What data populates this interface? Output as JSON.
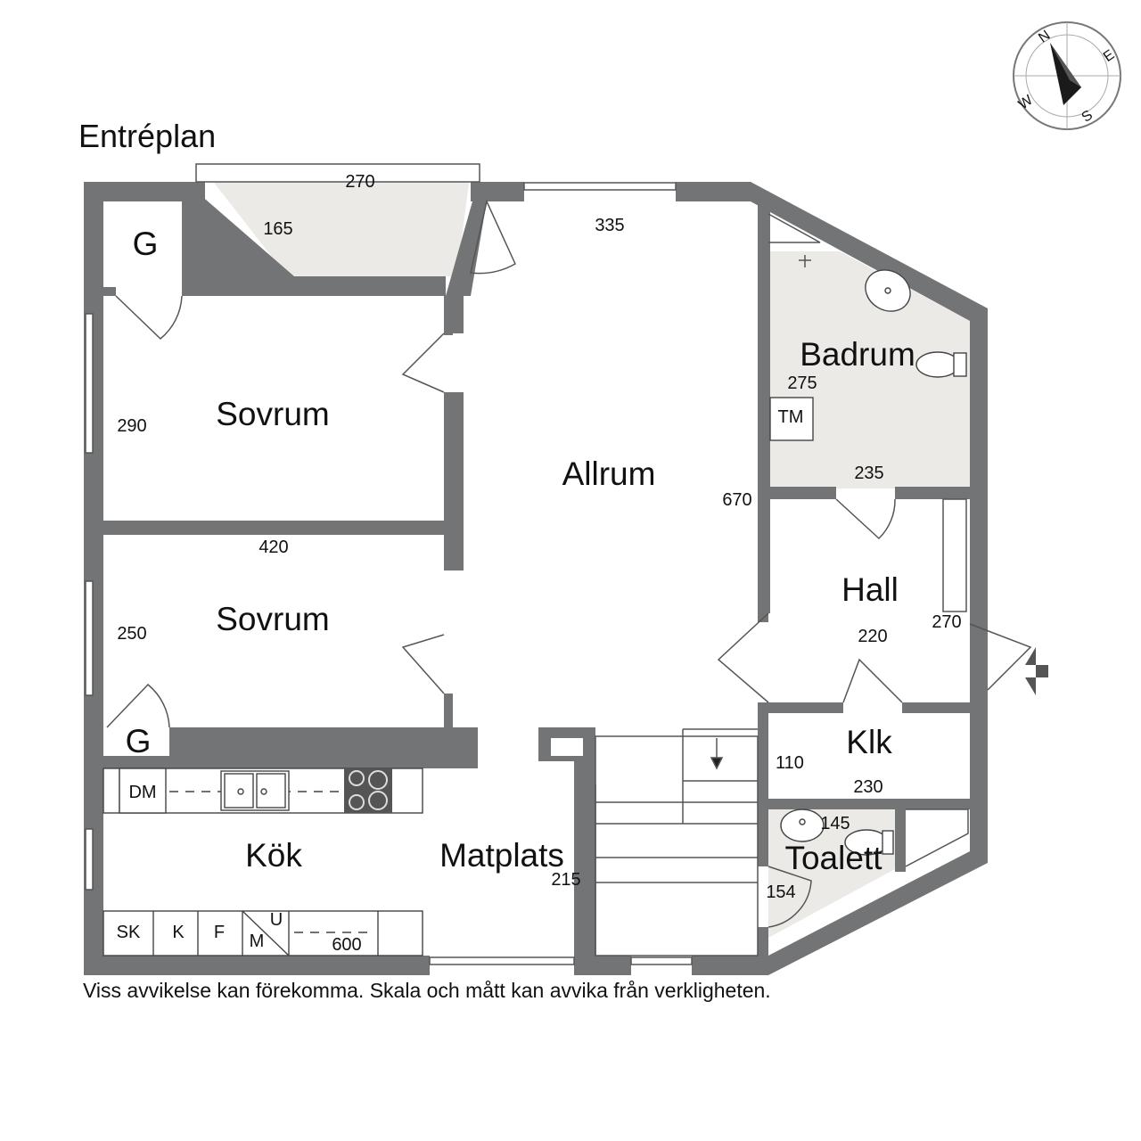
{
  "plan_title": "Entréplan",
  "disclaimer": "Viss avvikelse kan förekomma. Skala och mått kan avvika från verkligheten.",
  "compass": {
    "n": "N",
    "e": "E",
    "s": "S",
    "w": "W"
  },
  "rooms": {
    "sovrum_1": "Sovrum",
    "sovrum_2": "Sovrum",
    "allrum": "Allrum",
    "badrum": "Badrum",
    "hall": "Hall",
    "klk": "Klk",
    "kok": "Kök",
    "matplats": "Matplats",
    "toalett": "Toalett",
    "g_top": "G",
    "g_bottom": "G"
  },
  "dimensions": {
    "balcony_width": "270",
    "balcony_depth": "165",
    "allrum_width": "335",
    "allrum_length": "670",
    "sovrum_1_depth": "290",
    "sovrum_width": "420",
    "sovrum_2_depth": "250",
    "badrum_depth": "275",
    "badrum_width": "235",
    "hall_width": "220",
    "hall_depth": "270",
    "klk_depth": "110",
    "klk_width": "230",
    "toalett_width": "145",
    "toalett_depth": "154",
    "matplats_depth": "215",
    "kitchen_length": "600"
  },
  "appliances": {
    "dishwasher": "DM",
    "tumble_dryer": "TM",
    "freezer_cabinet": "SK",
    "fridge": "K",
    "freezer": "F",
    "microwave": "M",
    "oven": "U"
  },
  "colors": {
    "wall": "#737476",
    "wet_room": "#eceae6",
    "balcony": "#eceae6"
  }
}
